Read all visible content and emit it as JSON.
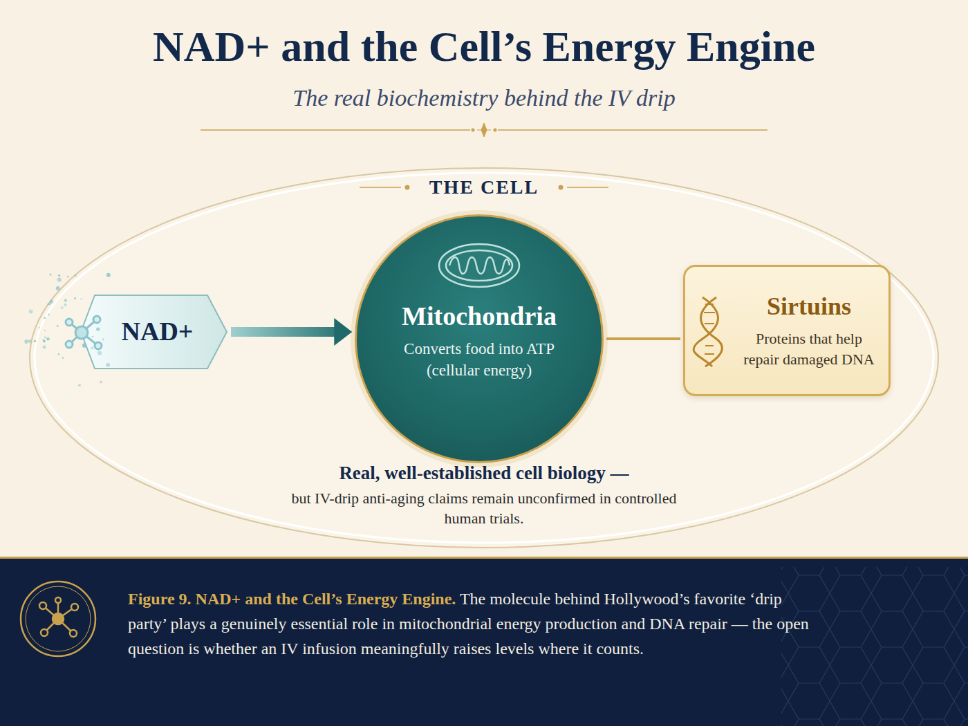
{
  "diagram": {
    "title": "NAD+ and the Cell’s Energy Engine",
    "caption": "The molecule behind Hollywood’s favorite ‘drip party’ plays a genuinely essential role in mitochondrial energy production and DNA repair — the open question is whether an IV infusion meaningfully raises levels where it counts.",
    "nodes": [
      {
        "text": [
          "THE CELL"
        ]
      },
      {
        "text": [
          "NAD+"
        ],
        "in": 0
      },
      {
        "text": [
          "Mitochondria",
          "Converts food into ATP (cellular energy)"
        ],
        "in": 0
      },
      {
        "text": [
          "Sirtuins",
          "Proteins that help repair damaged DNA"
        ],
        "in": 0
      }
    ],
    "edges": [
      {
        "from": 1,
        "to": 2,
        "arrow": "to"
      },
      {
        "from": 2,
        "to": 3,
        "arrow": "none"
      }
    ],
    "labels": [
      "The real biochemistry behind the IV drip",
      "Real, well-established cell biology —",
      "but IV-drip anti-aging claims remain unconfirmed in controlled human trials.",
      "Figure 9. NAD+ and the Cell’s Energy Engine."
    ]
  }
}
